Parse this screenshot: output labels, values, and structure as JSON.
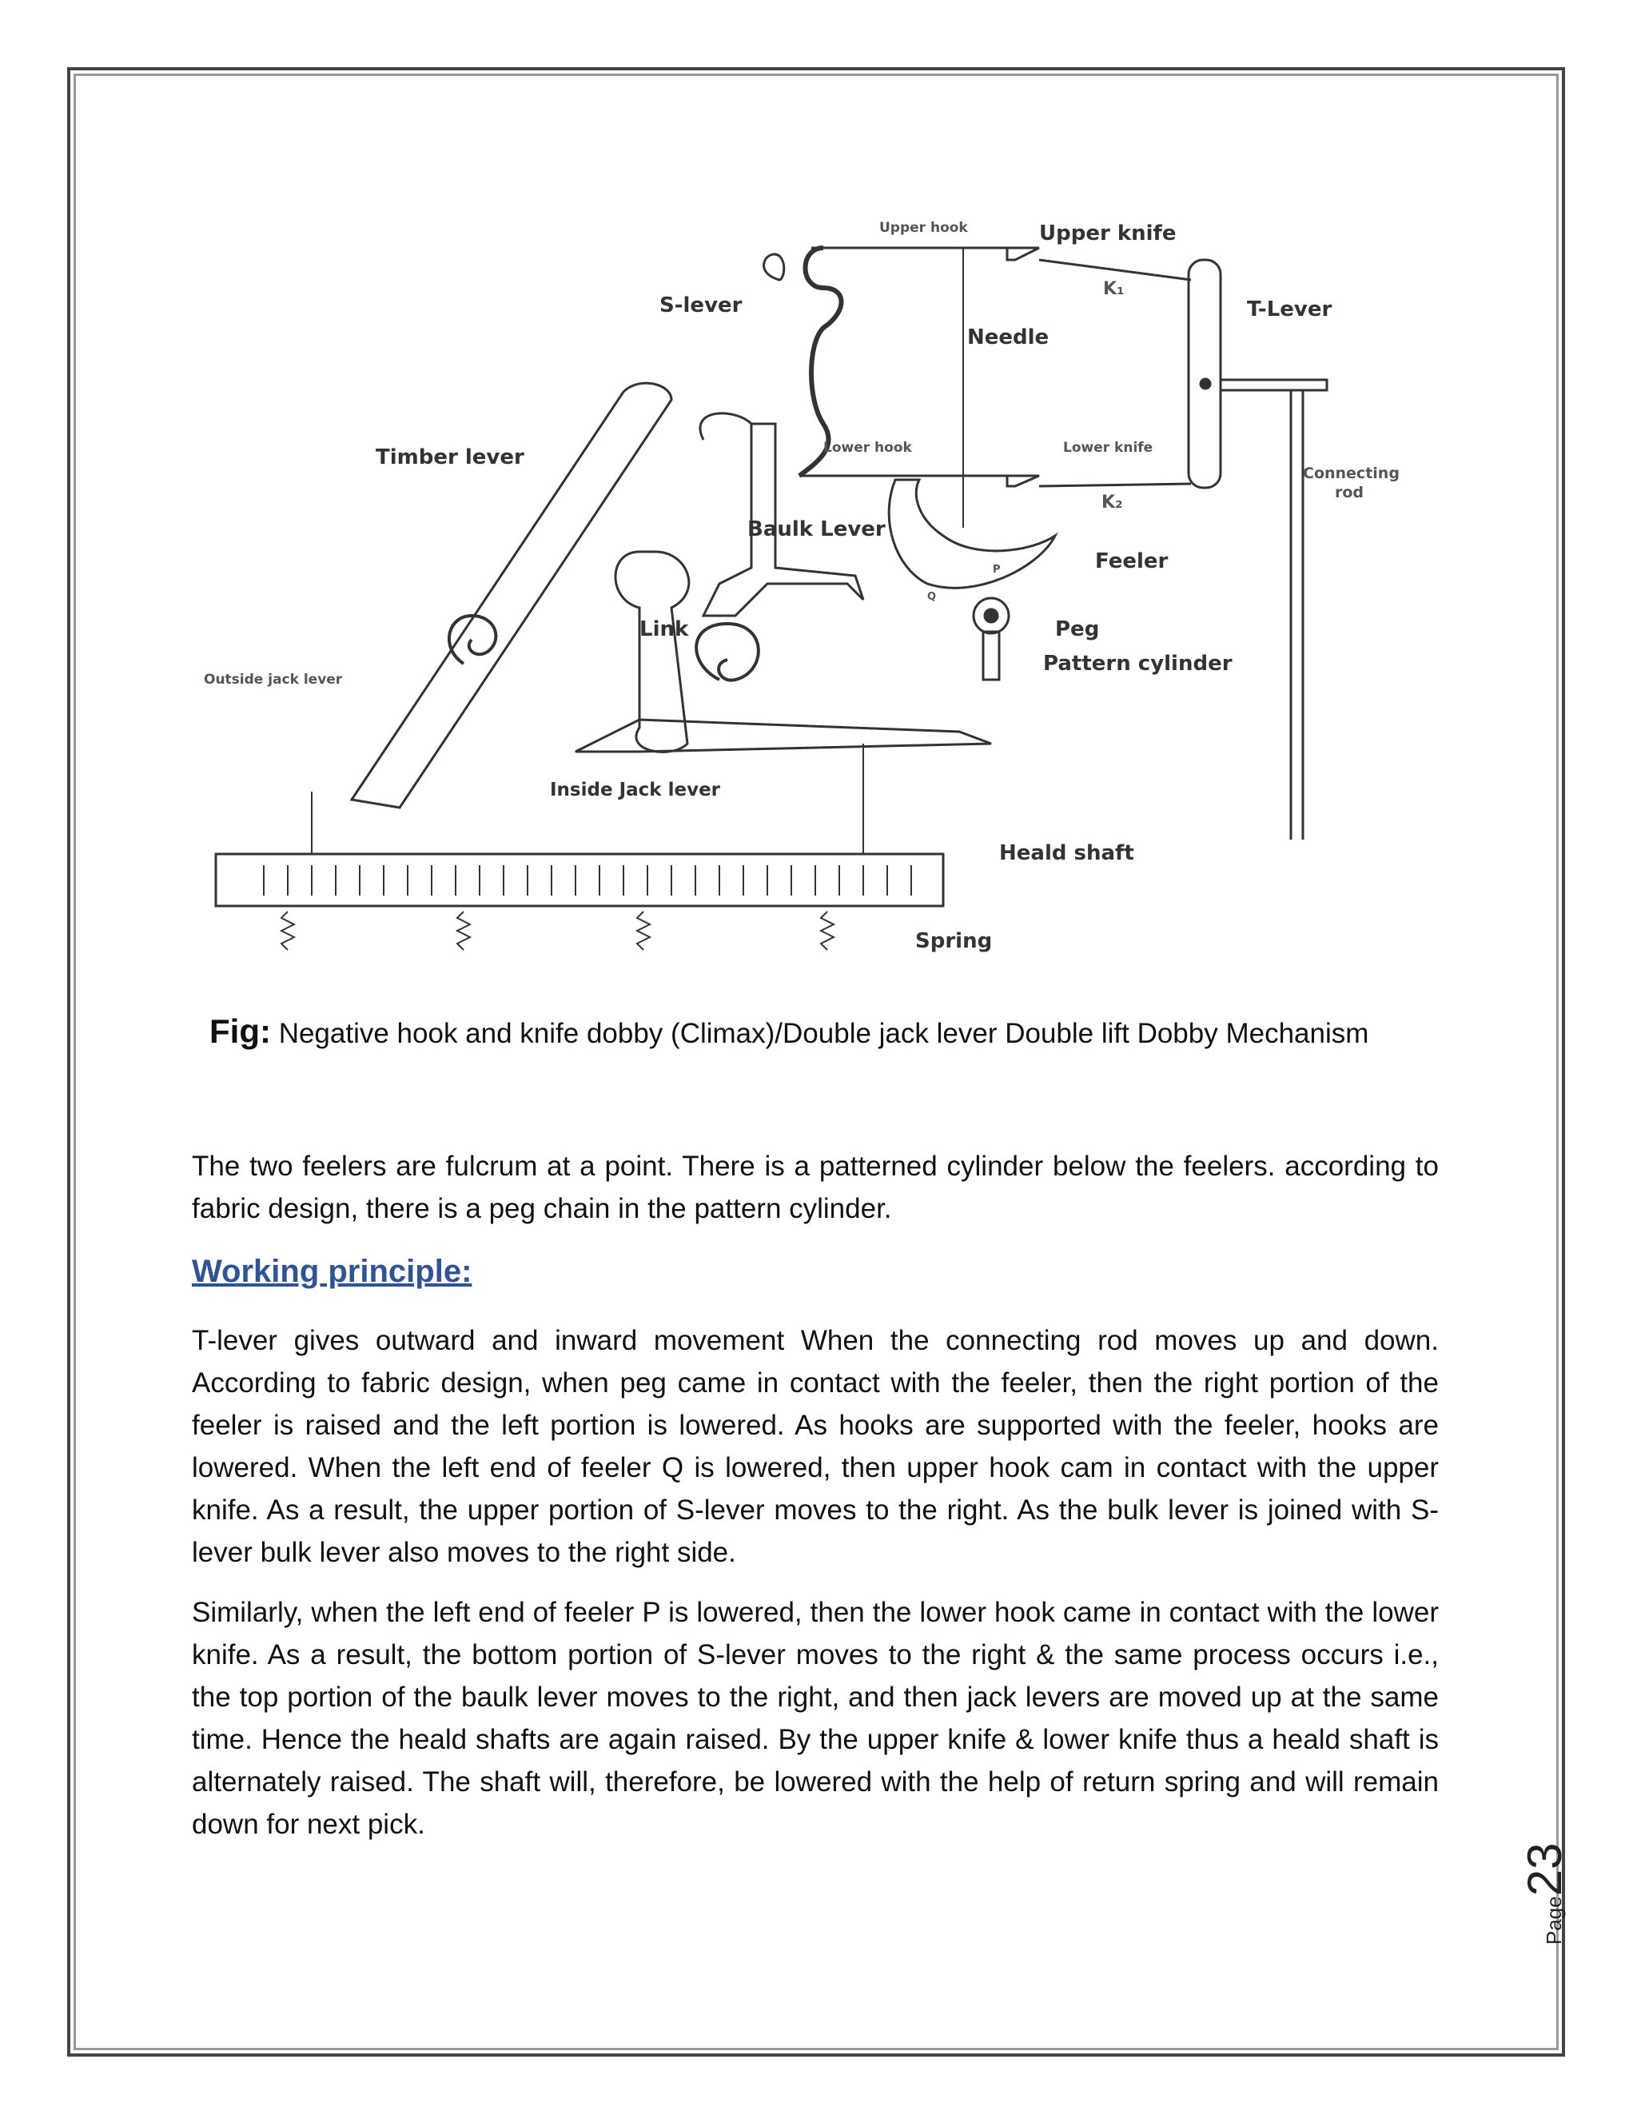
{
  "figure": {
    "labels": {
      "upper_hook": "Upper hook",
      "upper_knife": "Upper knife",
      "k1": "K₁",
      "s_lever": "S-lever",
      "t_lever": "T-Lever",
      "needle": "Needle",
      "timber_lever": "Timber lever",
      "lower_hook": "Lower hook",
      "lower_knife": "Lower knife",
      "connecting_rod_1": "Connecting",
      "connecting_rod_2": "rod",
      "k2": "K₂",
      "baulk_lever": "Baulk Lever",
      "feeler": "Feeler",
      "p": "P",
      "q": "Q",
      "link": "Link",
      "peg": "Peg",
      "pattern_cylinder": "Pattern cylinder",
      "outside_jack_lever": "Outside jack lever",
      "inside_jack_lever": "Inside Jack lever",
      "heald_shaft": "Heald shaft",
      "spring": "Spring"
    }
  },
  "caption": {
    "label": "Fig:",
    "text": " Negative hook and knife dobby (Climax)/Double jack lever Double lift Dobby Mechanism"
  },
  "paragraphs": {
    "intro": "The two feelers are fulcrum at a point. There is a patterned cylinder below the feelers. according to fabric design, there is a peg chain in the pattern cylinder.",
    "heading": "Working principle:",
    "p1": "T-lever gives outward and inward movement When the connecting rod moves up and down. According to fabric design, when peg came in contact with the feeler, then the right portion of the feeler is raised and the left portion is lowered. As hooks are supported with the feeler, hooks are lowered. When the left end of feeler Q is lowered, then upper hook cam in contact with the upper knife. As a result, the upper portion of S-lever moves to the right. As the bulk lever is joined with S-lever bulk lever also moves to the right side.",
    "p2": "Similarly, when the left end of feeler P is lowered, then the lower hook came in contact with the lower knife. As a result, the bottom portion of S-lever moves to the right & the same process occurs i.e., the top portion of the baulk lever moves to the right, and then jack levers are moved up at the same time. Hence the heald shafts are again raised. By the upper knife & lower knife thus a heald shaft is alternately raised. The shaft will, therefore, be lowered with the help of return spring and will remain down for next pick."
  },
  "footer": {
    "page_word": "Page",
    "page_number": "23"
  }
}
